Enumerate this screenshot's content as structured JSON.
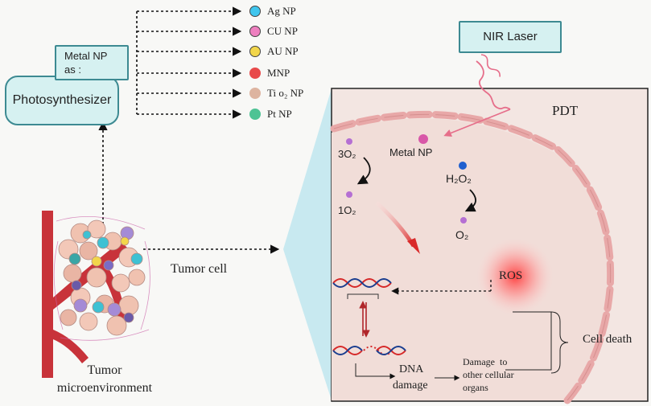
{
  "photosynthesizer_box": {
    "label": "Photosynthesizer",
    "tag_line1": "Metal NP",
    "tag_line2": "as :"
  },
  "nanoparticles": [
    {
      "label": "Ag NP",
      "color": "#3fc6ee"
    },
    {
      "label": "CU NP",
      "color": "#ee7fbf"
    },
    {
      "label": "AU NP",
      "color": "#f2d64a"
    },
    {
      "label": "MNP",
      "color": "#e84a4a"
    },
    {
      "label": "Ti o₂ NP",
      "color": "#ddb4a0"
    },
    {
      "label": "Pt NP",
      "color": "#4ec394"
    }
  ],
  "tumor": {
    "cell_label": "Tumor cell",
    "microenv_line1": "Tumor",
    "microenv_line2": "microenvironment"
  },
  "cell": {
    "laser_label": "NIR Laser",
    "pdt_label": "PDT",
    "o2_triplet": "3O₂",
    "o2_singlet": "1O₂",
    "metal_np": "Metal NP",
    "h2o2": "H₂O₂",
    "o2": "O₂",
    "ros": "ROS",
    "dna_line1": "DNA",
    "dna_line2": "damage",
    "other_line1": "Damage  to",
    "other_line2": "other cellular",
    "other_line3": "organs",
    "cell_death": "Cell death"
  }
}
